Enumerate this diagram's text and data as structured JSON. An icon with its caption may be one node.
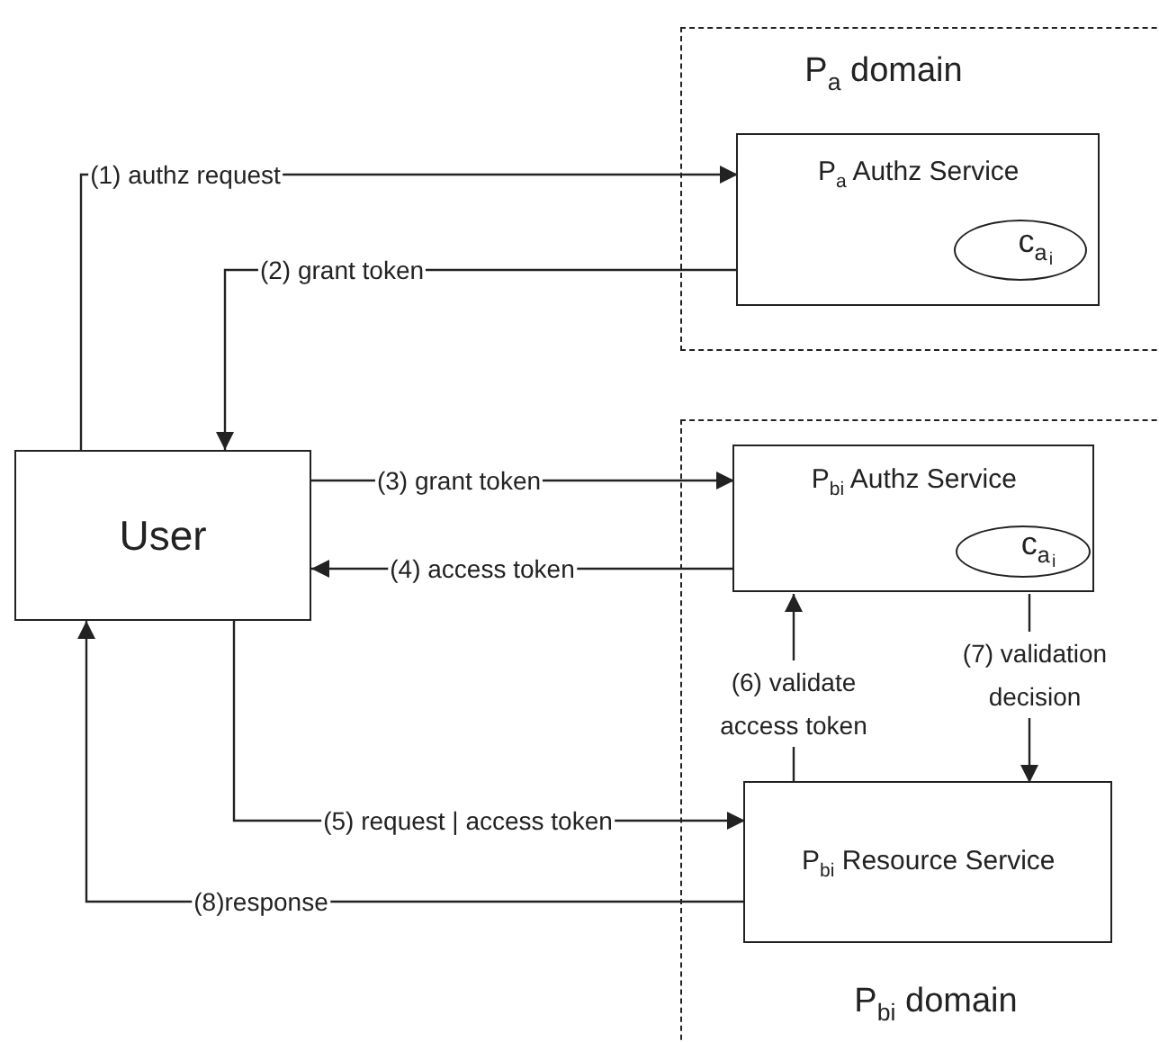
{
  "diagram": {
    "nodes": [
      {
        "text": [
          "P$_{a}$ domain"
        ]
      },
      {
        "text": [
          "P$_{a}$ Authz Service"
        ],
        "in": 0
      },
      {
        "text": [
          "c$_{a}$$_{i}$"
        ],
        "in": 1
      },
      {
        "text": [
          "User"
        ]
      },
      {
        "text": [
          "P$_{bi}$ domain"
        ]
      },
      {
        "text": [
          "P$_{bi}$ Authz Service"
        ],
        "in": 4
      },
      {
        "text": [
          "c$_{a}$$_{i}$"
        ],
        "in": 5
      },
      {
        "text": [
          "P$_{bi}$ Resource Service"
        ],
        "in": 4
      }
    ],
    "edges": [
      {
        "from": 3,
        "to": 1,
        "arrow": "to",
        "label": "(1) authz request"
      },
      {
        "from": 1,
        "to": 3,
        "arrow": "to",
        "label": "(2) grant token"
      },
      {
        "from": 3,
        "to": 5,
        "arrow": "to",
        "label": "(3) grant token"
      },
      {
        "from": 5,
        "to": 3,
        "arrow": "to",
        "label": "(4) access token"
      },
      {
        "from": 3,
        "to": 7,
        "arrow": "to",
        "label": "(5) request | access token"
      },
      {
        "from": 7,
        "to": 5,
        "arrow": "to",
        "label": "(6) validate access token"
      },
      {
        "from": 5,
        "to": 7,
        "arrow": "to",
        "label": "(7) validation decision"
      },
      {
        "from": 7,
        "to": 3,
        "arrow": "to",
        "label": "(8)response"
      }
    ]
  }
}
